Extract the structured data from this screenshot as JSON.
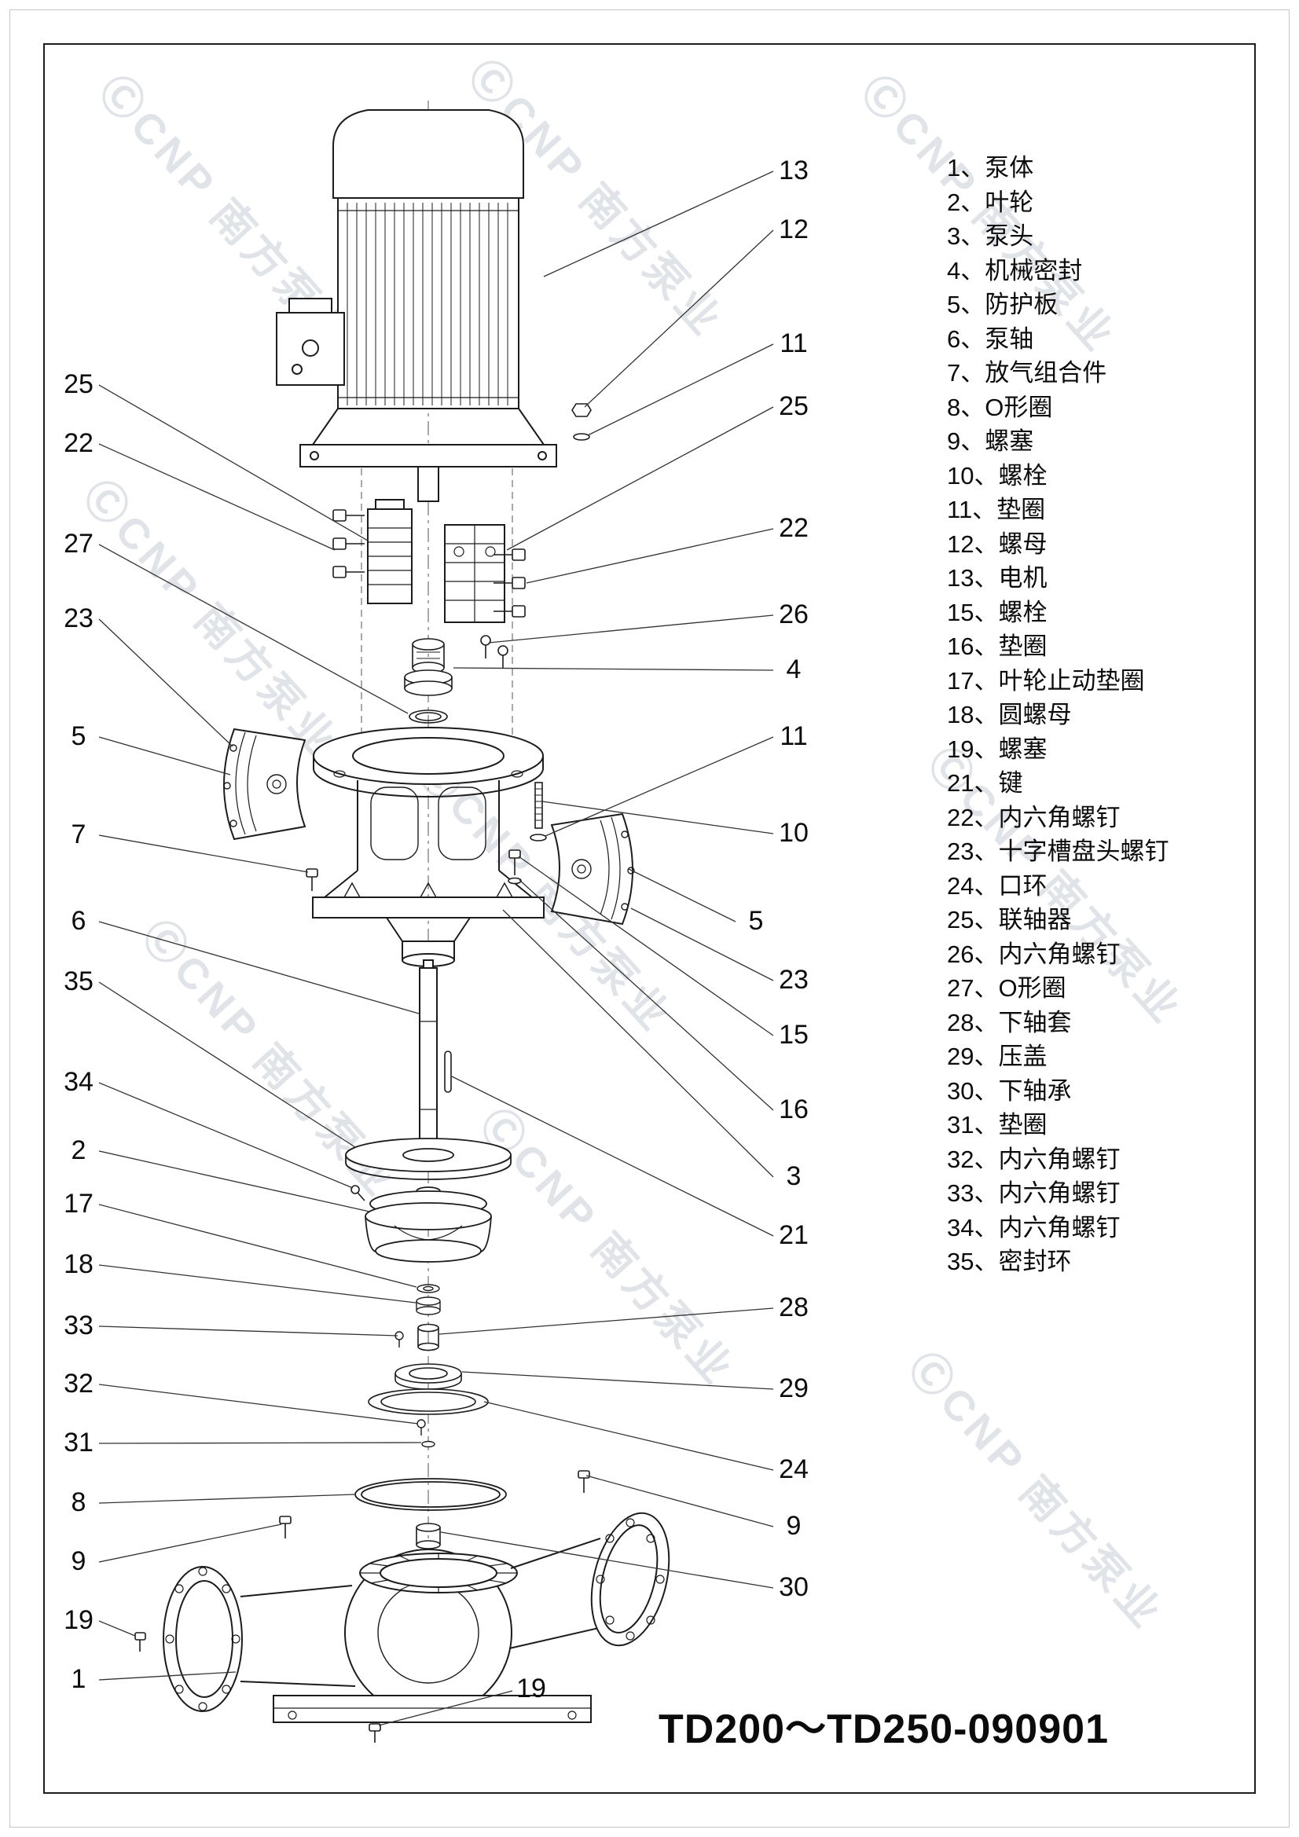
{
  "document": {
    "drawing_number": "TD200～TD250-090901"
  },
  "watermark": {
    "text": "ⒸCNP 南方泵业"
  },
  "parts_list": [
    "1、泵体",
    "2、叶轮",
    "3、泵头",
    "4、机械密封",
    "5、防护板",
    "6、泵轴",
    "7、放气组合件",
    "8、O形圈",
    "9、螺塞",
    "10、螺栓",
    "11、垫圈",
    "12、螺母",
    "13、电机",
    "15、螺栓",
    "16、垫圈",
    "17、叶轮止动垫圈",
    "18、圆螺母",
    "19、螺塞",
    "21、键",
    "22、内六角螺钉",
    "23、十字槽盘头螺钉",
    "24、口环",
    "25、联轴器",
    "26、内六角螺钉",
    "27、O形圈",
    "28、下轴套",
    "29、压盖",
    "30、下轴承",
    "31、垫圈",
    "32、内六角螺钉",
    "33、内六角螺钉",
    "34、内六角螺钉",
    "35、密封环"
  ],
  "callouts": {
    "l25": "25",
    "l22": "22",
    "l27": "27",
    "l23": "23",
    "l5": "5",
    "l7": "7",
    "l6": "6",
    "l35": "35",
    "l34": "34",
    "l2": "2",
    "l17": "17",
    "l18": "18",
    "l33": "33",
    "l32": "32",
    "l31": "31",
    "l8": "8",
    "l9": "9",
    "l19": "19",
    "l1": "1",
    "r13": "13",
    "r12": "12",
    "r11a": "11",
    "r25": "25",
    "r22": "22",
    "r26": "26",
    "r4": "4",
    "r11b": "11",
    "r10": "10",
    "r5": "5",
    "r23": "23",
    "r15": "15",
    "r16": "16",
    "r3": "3",
    "r21": "21",
    "r28": "28",
    "r29": "29",
    "r24": "24",
    "r9": "9",
    "r30": "30",
    "b19": "19"
  }
}
